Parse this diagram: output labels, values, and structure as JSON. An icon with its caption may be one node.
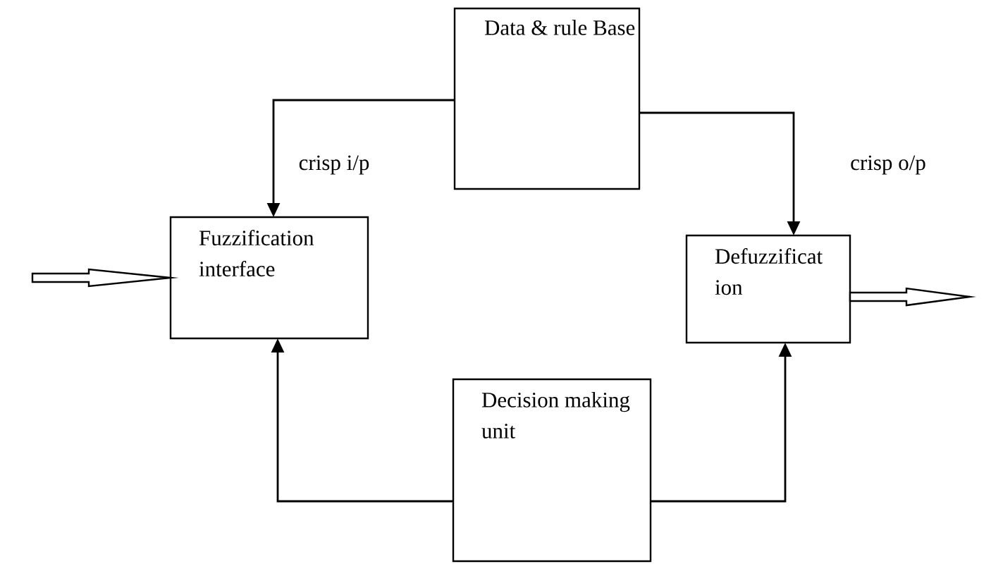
{
  "diagram": {
    "nodes": [
      {
        "text": [
          "Data & rule Base"
        ]
      },
      {
        "text": [
          "Fuzzification interface"
        ]
      },
      {
        "text": [
          "Defuzzificat ion"
        ]
      },
      {
        "text": [
          "Decision making unit"
        ]
      }
    ],
    "edges": [
      {
        "from": 0,
        "to": 1,
        "arrow": "to",
        "label": "crisp i/p"
      },
      {
        "from": 0,
        "to": 2,
        "arrow": "to",
        "label": "crisp o/p"
      },
      {
        "from": 3,
        "to": 1,
        "arrow": "to"
      },
      {
        "from": 3,
        "to": 2,
        "arrow": "to"
      },
      {
        "from": null,
        "to": 1,
        "arrow": "to"
      },
      {
        "from": 2,
        "to": null,
        "arrow": "to"
      }
    ]
  }
}
